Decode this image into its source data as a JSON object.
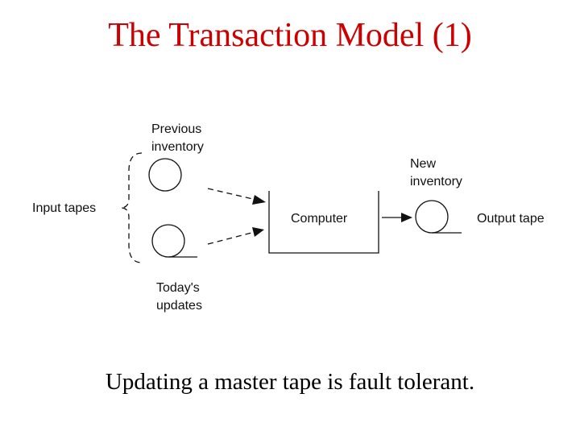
{
  "slide": {
    "title": "The Transaction Model (1)",
    "caption": "Updating a master tape is fault tolerant."
  },
  "diagram": {
    "previous_inventory": [
      "Previous",
      "inventory"
    ],
    "todays_updates": [
      "Today's",
      "updates"
    ],
    "input_tapes": "Input tapes",
    "computer": "Computer",
    "new_inventory": [
      "New",
      "inventory"
    ],
    "output_tape": "Output tape"
  }
}
